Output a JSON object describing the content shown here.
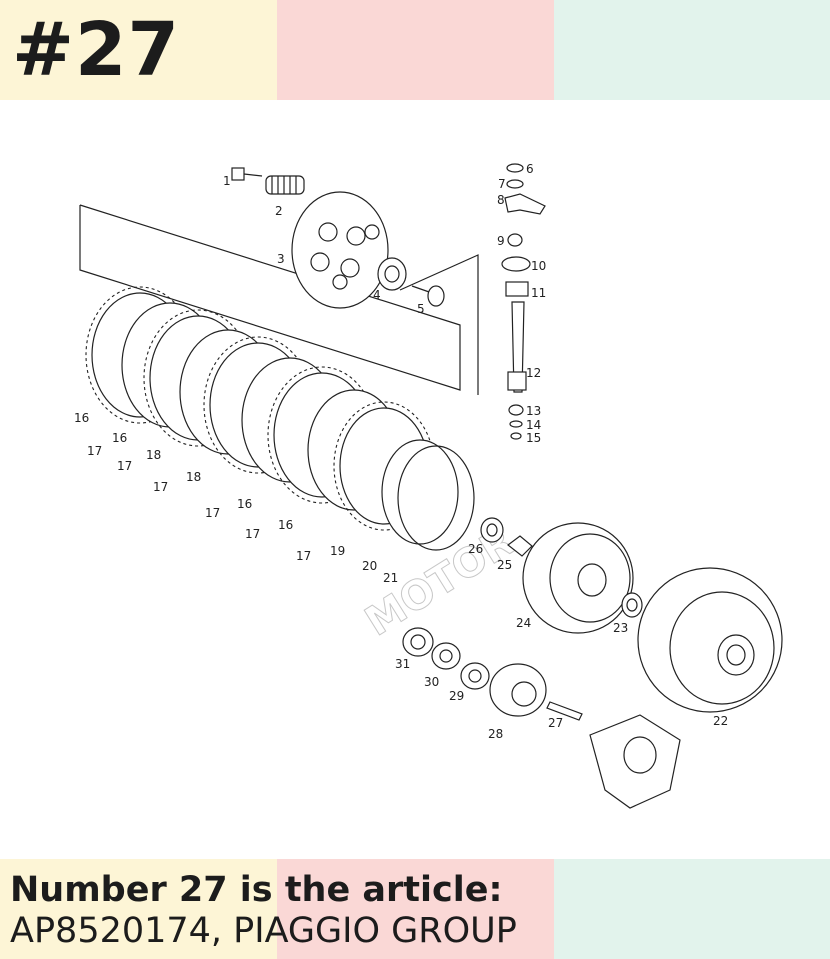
{
  "header": {
    "title": "#27",
    "band_colors": [
      "#fdf5d6",
      "#fad8d6",
      "#e2f3ec"
    ]
  },
  "diagram": {
    "watermark_text": "MOTOR",
    "parts": [
      {
        "id": "p1",
        "label": "1"
      },
      {
        "id": "p2",
        "label": "2"
      },
      {
        "id": "p3",
        "label": "3"
      },
      {
        "id": "p4",
        "label": "4"
      },
      {
        "id": "p5",
        "label": "5"
      },
      {
        "id": "p6",
        "label": "6"
      },
      {
        "id": "p7",
        "label": "7"
      },
      {
        "id": "p8",
        "label": "8"
      },
      {
        "id": "p9",
        "label": "9"
      },
      {
        "id": "p10",
        "label": "10"
      },
      {
        "id": "p11",
        "label": "11"
      },
      {
        "id": "p12",
        "label": "12"
      },
      {
        "id": "p13",
        "label": "13"
      },
      {
        "id": "p14",
        "label": "14"
      },
      {
        "id": "p15",
        "label": "15"
      },
      {
        "id": "p16a",
        "label": "16"
      },
      {
        "id": "p17a",
        "label": "17"
      },
      {
        "id": "p16b",
        "label": "16"
      },
      {
        "id": "p17b",
        "label": "17"
      },
      {
        "id": "p18a",
        "label": "18"
      },
      {
        "id": "p17c",
        "label": "17"
      },
      {
        "id": "p18b",
        "label": "18"
      },
      {
        "id": "p17d",
        "label": "17"
      },
      {
        "id": "p16c",
        "label": "16"
      },
      {
        "id": "p17e",
        "label": "17"
      },
      {
        "id": "p16d",
        "label": "16"
      },
      {
        "id": "p17f",
        "label": "17"
      },
      {
        "id": "p19",
        "label": "19"
      },
      {
        "id": "p20",
        "label": "20"
      },
      {
        "id": "p21",
        "label": "21"
      },
      {
        "id": "p26",
        "label": "26"
      },
      {
        "id": "p25",
        "label": "25"
      },
      {
        "id": "p24",
        "label": "24"
      },
      {
        "id": "p23",
        "label": "23"
      },
      {
        "id": "p22",
        "label": "22"
      },
      {
        "id": "p31",
        "label": "31"
      },
      {
        "id": "p30",
        "label": "30"
      },
      {
        "id": "p29",
        "label": "29"
      },
      {
        "id": "p28",
        "label": "28"
      },
      {
        "id": "p27",
        "label": "27"
      }
    ]
  },
  "footer": {
    "caption_line1": "Number 27 is the article:",
    "caption_line2": "AP8520174, PIAGGIO GROUP"
  }
}
